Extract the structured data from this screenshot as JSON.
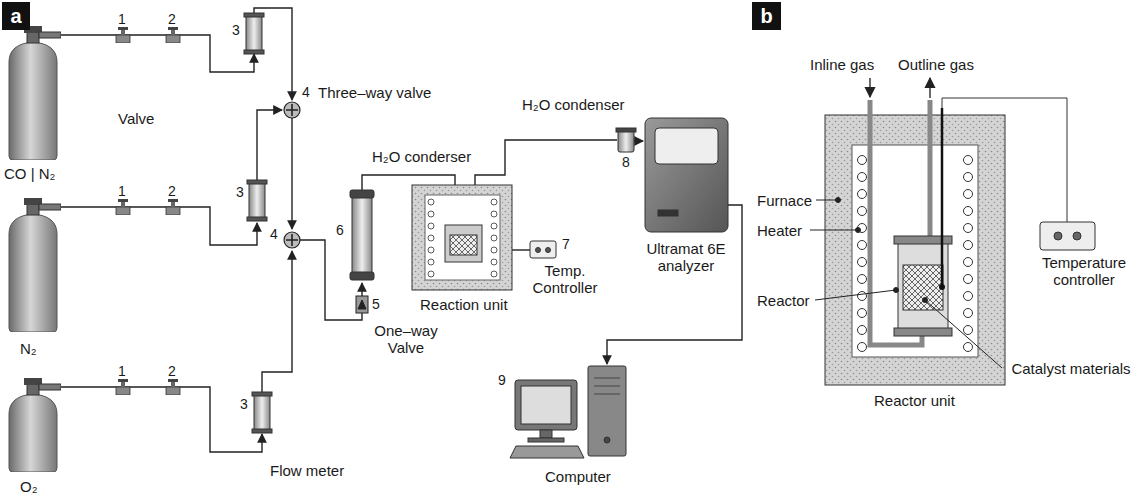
{
  "diagram": {
    "nodes": [
      {
        "text": [
          "a"
        ]
      },
      {
        "text": [
          "b"
        ]
      }
    ],
    "labels": [
      "1",
      "2",
      "3",
      "4",
      "Three–way valve",
      "Valve",
      "CO | N₂",
      "1",
      "2",
      "3",
      "4",
      "H₂O conderser",
      "6",
      "5",
      "One–way Valve",
      "Reaction unit",
      "7",
      "Temp. Controller",
      "H₂O condenser",
      "8",
      "Ultramat 6E analyzer",
      "N₂",
      "1",
      "2",
      "3",
      "9",
      "Flow meter",
      "Computer",
      "O₂",
      "Inline gas",
      "Outline gas",
      "Furnace",
      "Heater",
      "Temperature controller",
      "Reactor",
      "Catalyst materials",
      "Reactor unit"
    ]
  }
}
